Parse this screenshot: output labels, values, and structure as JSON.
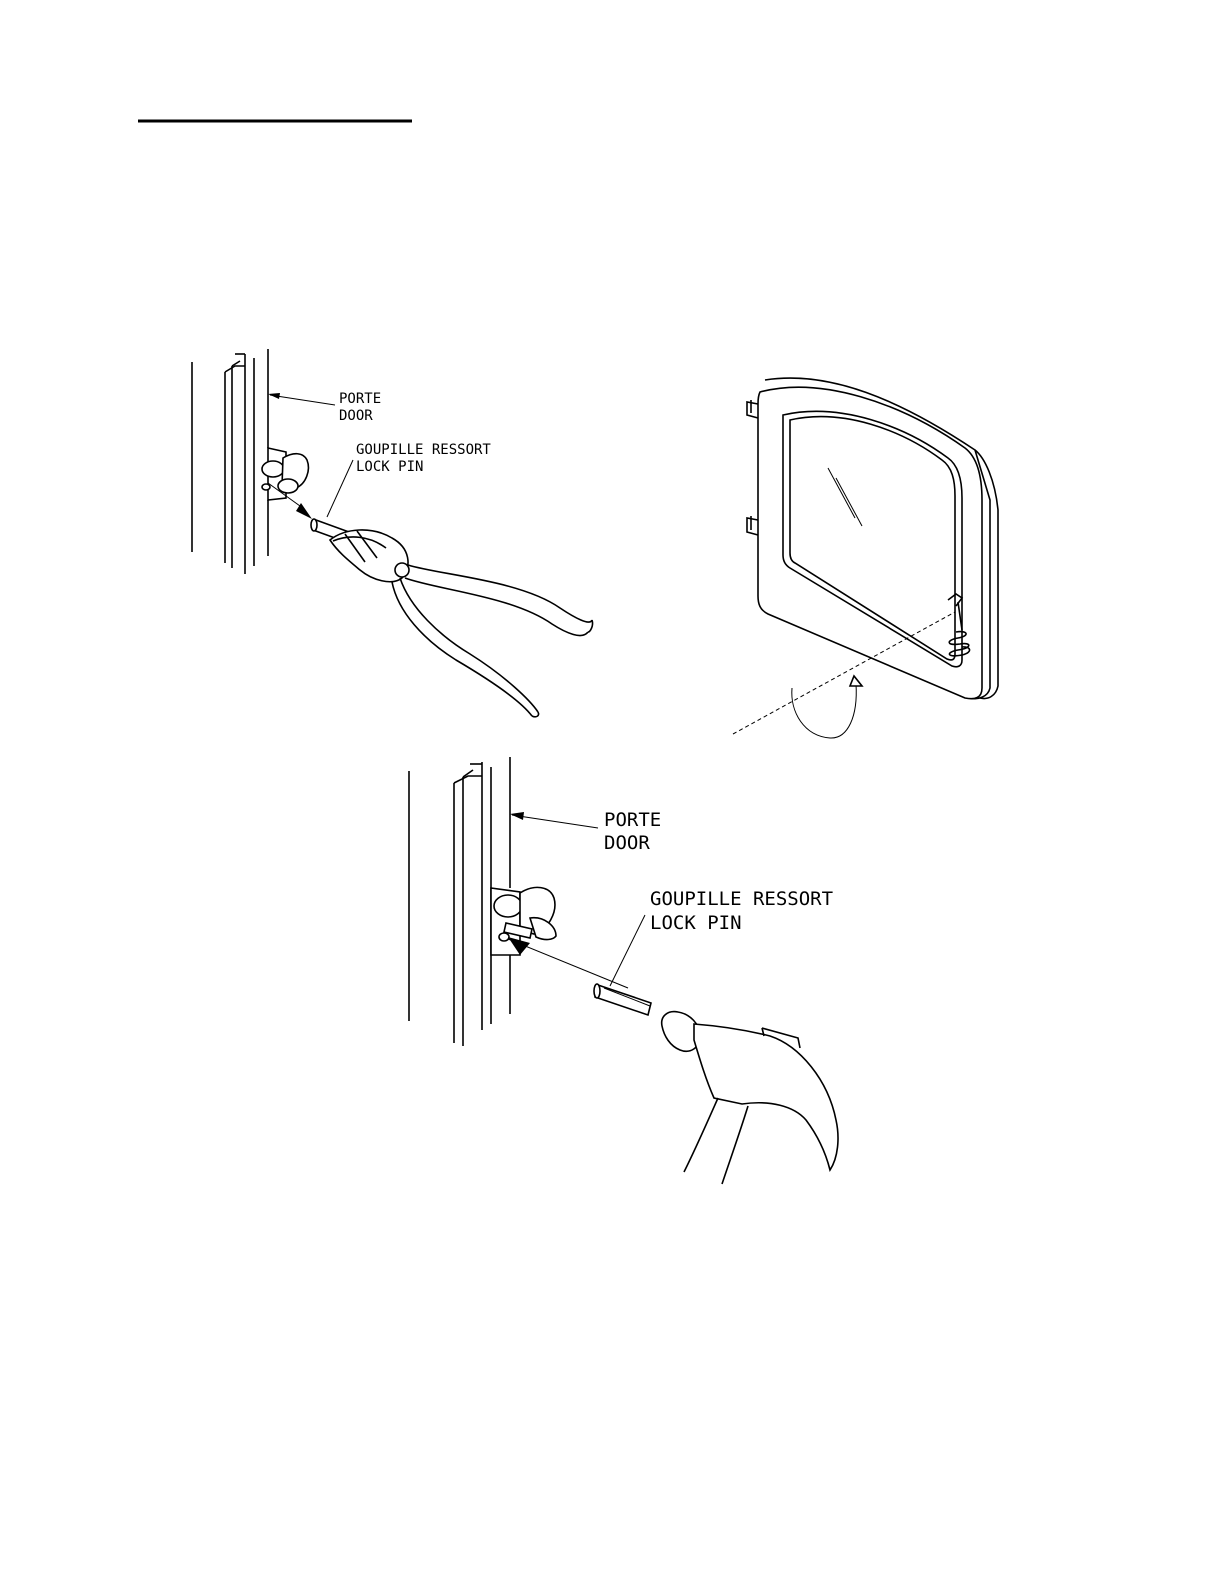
{
  "labels": {
    "top": {
      "door_fr": "PORTE",
      "door_en": "DOOR",
      "pin_fr": "GOUPILLE RESSORT",
      "pin_en": "LOCK PIN"
    },
    "bottom": {
      "door_fr": "PORTE",
      "door_en": "DOOR",
      "pin_fr": "GOUPILLE RESSORT",
      "pin_en": "LOCK PIN"
    }
  },
  "icons": [
    "door-frame-icon",
    "pliers-icon",
    "door-glass-icon",
    "spring-icon",
    "hammer-icon",
    "lock-pin-icon"
  ],
  "colors": {
    "ink": "#000000",
    "paper": "#ffffff"
  }
}
